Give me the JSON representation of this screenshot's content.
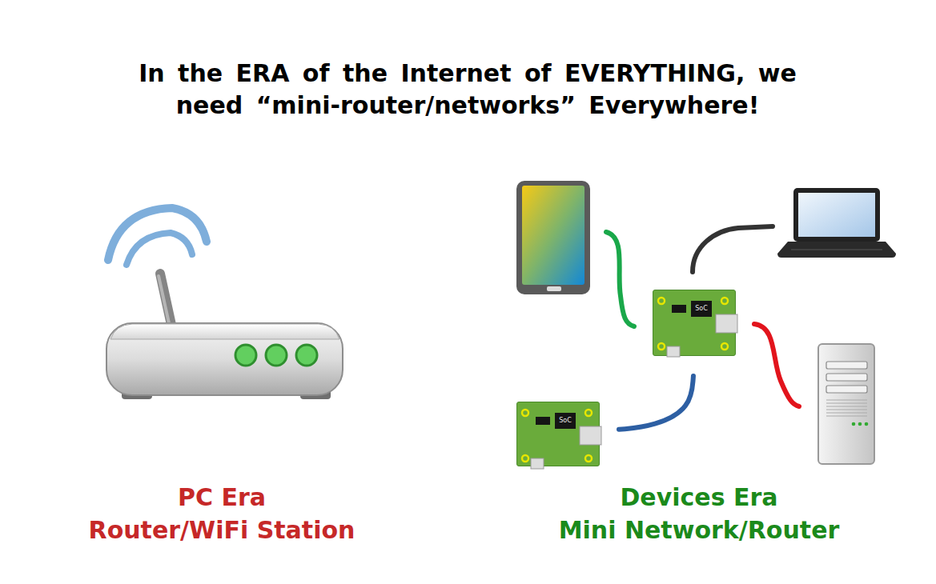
{
  "diagram": {
    "title": "In the ERA of the Internet of EVERYTHING, we need “mini-router/networks” Everywhere!",
    "nodes": [
      {
        "text": [
          "SoC"
        ]
      },
      {
        "text": [
          "SoC"
        ]
      }
    ],
    "edges": [
      {
        "from": 0,
        "to": 1,
        "arrow": "none"
      }
    ],
    "labels": [
      "PC Era",
      "Router/WiFi Station",
      "Devices Era",
      "Mini Network/Router"
    ]
  }
}
